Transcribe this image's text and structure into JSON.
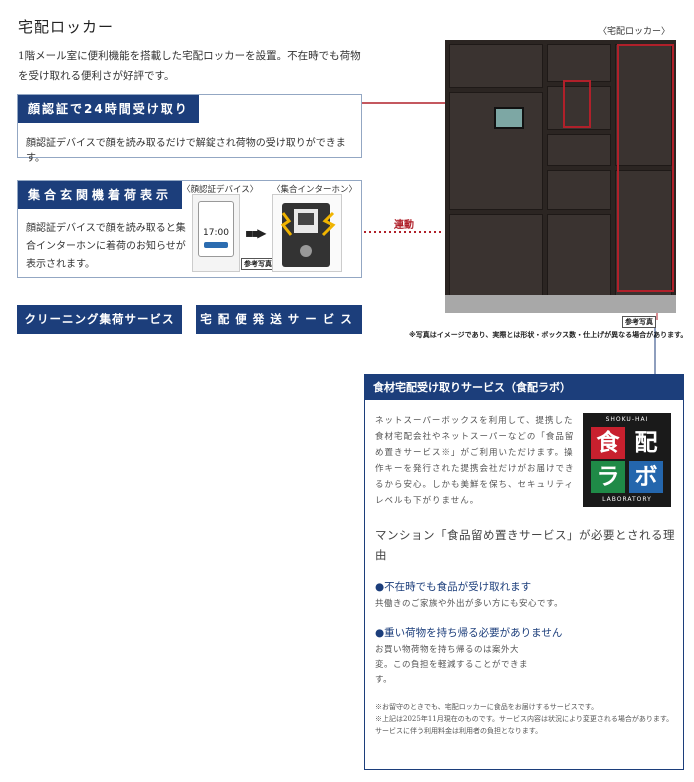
{
  "page": {
    "title": "宅配ロッカー",
    "intro": "1階メール室に便利機能を搭載した宅配ロッカーを設置。不在時でも荷物を受け取れる便利さが好評です。"
  },
  "feature1": {
    "header": "顔認証で24時間受け取り",
    "body": "顔認証デバイスで顔を読み取るだけで解錠され荷物の受け取りができます。"
  },
  "feature2": {
    "header": "集合玄関機着荷表示",
    "body": "顔認証デバイスで顔を読み取ると集合インターホンに着荷のお知らせが表示されます。",
    "device_caption": "〈顔認証デバイス〉",
    "intercom_caption": "〈集合インターホン〉",
    "device_time": "17:00",
    "reference_label": "参考写真"
  },
  "buttons": {
    "cleaning": "クリーニング集荷サービス",
    "delivery": "宅配便発送サービス"
  },
  "locker": {
    "caption": "〈宅配ロッカー〉",
    "relay_label": "連動",
    "reference_label": "参考写真",
    "note": "※写真はイメージであり、実際とは形状・ボックス数・仕上げが異なる場合があります。"
  },
  "lab": {
    "header": "食材宅配受け取りサービス（食配ラボ）",
    "description": "ネットスーパーボックスを利用して、提携した食材宅配会社やネットスーパーなどの「食品留め置きサービス※」がご利用いただけます。操作キーを発行された提携会社だけがお届けできるから安心。しかも美鮮を保ち、セキュリティレベルも下がりません。",
    "logo": {
      "top_text": "SHOKU-HAI",
      "chars": [
        "食",
        "配",
        "ラ",
        "ボ"
      ],
      "bottom_text": "LABORATORY",
      "colors": {
        "red": "#c8202e",
        "green": "#1f8a47",
        "blue": "#2466ad",
        "black": "#1a1a1a"
      }
    },
    "reason_title": "マンション「食品留め置きサービス」が必要とされる理由",
    "points": [
      {
        "title": "●不在時でも食品が受け取れます",
        "body": "共働きのご家族や外出が多い方にも安心です。"
      },
      {
        "title": "●重い荷物を持ち帰る必要がありません",
        "body": "お買い物荷物を持ち帰るのは案外大変。この負担を軽減することができます。"
      }
    ],
    "footnotes": [
      "※お留守のときでも、宅配ロッカーに食品をお届けするサービスです。",
      "※上記は2025年11月現在のものです。サービス内容は状況により変更される場合があります。サービスに伴う利用料金は利用者の負担となります。"
    ]
  },
  "colors": {
    "navy": "#1c3e7b",
    "accent_red": "#b0202a"
  }
}
